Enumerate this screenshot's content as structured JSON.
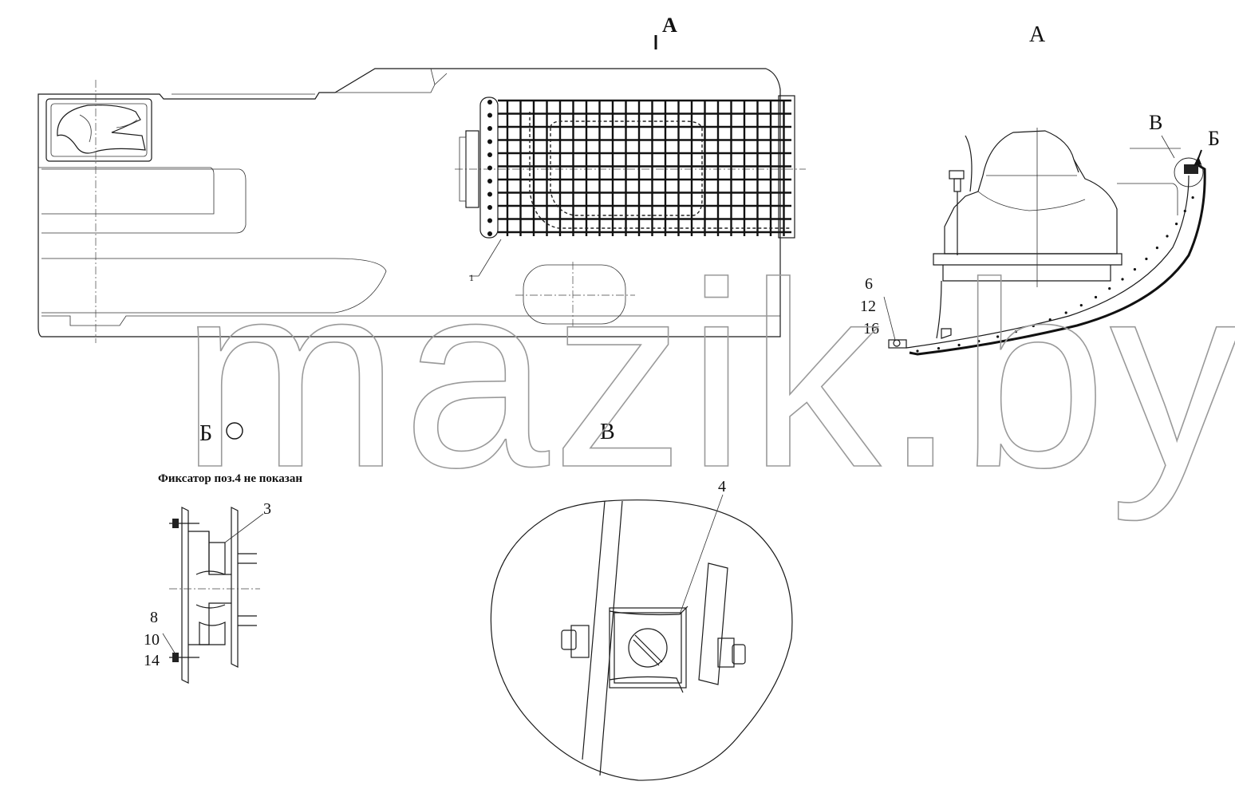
{
  "view_marks": {
    "section_a_top": "А",
    "section_a_right": "А",
    "detail_b_right": "Б",
    "detail_v_right": "В",
    "detail_b_left": "Б",
    "detail_v_center": "В"
  },
  "callouts": {
    "c1": "1",
    "c3": "3",
    "c4": "4",
    "c6": "6",
    "c12": "12",
    "c16": "16",
    "c8": "8",
    "c10": "10",
    "c14": "14"
  },
  "notes": {
    "fixator": "Фиксатор поз.4 не показан"
  },
  "watermark": {
    "text": "mazik.by"
  }
}
